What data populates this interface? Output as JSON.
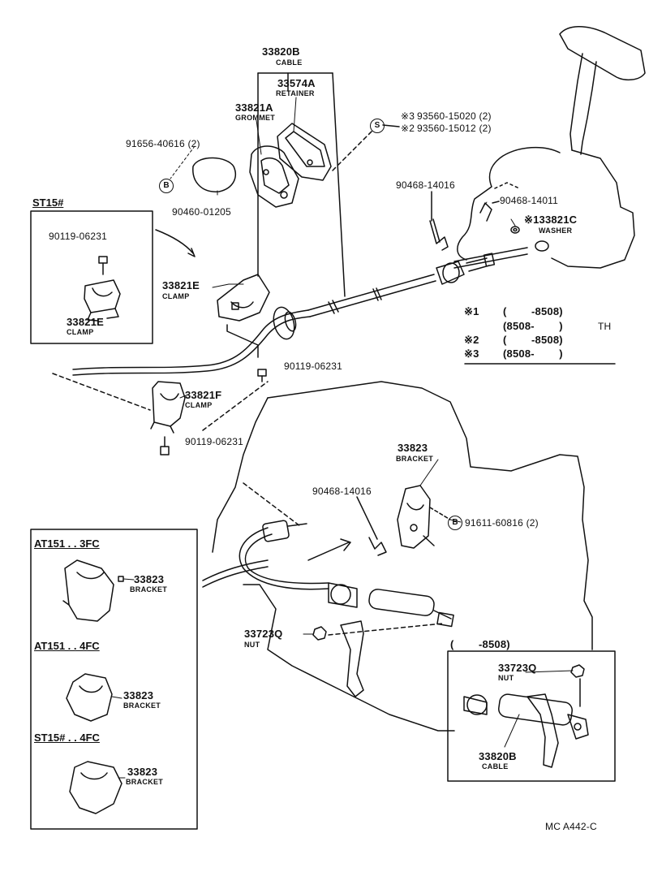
{
  "parts": {
    "cable_top": {
      "number": "33820B",
      "name": "CABLE"
    },
    "retainer": {
      "number": "33574A",
      "name": "RETAINER"
    },
    "grommet": {
      "number": "33821A",
      "name": "GROMMET"
    },
    "bolt_91656": {
      "number": "91656-40616 (2)"
    },
    "cap_90460": {
      "number": "90460-01205"
    },
    "screw_s3": {
      "mark": "※3",
      "number": "93560-15020 (2)"
    },
    "screw_s2": {
      "mark": "※2",
      "number": "93560-15012 (2)"
    },
    "clip_14016_a": {
      "number": "90468-14016"
    },
    "clip_14011": {
      "number": "90468-14011"
    },
    "washer": {
      "number": "※133821C",
      "name": "WASHER"
    },
    "bolt_st15": {
      "number": "90119-06231"
    },
    "clamp_st15": {
      "number": "33821E",
      "name": "CLAMP"
    },
    "clamp_e": {
      "number": "33821E",
      "name": "CLAMP"
    },
    "bolt_mid": {
      "number": "90119-06231"
    },
    "clamp_f": {
      "number": "33821F",
      "name": "CLAMP"
    },
    "bolt_lower": {
      "number": "90119-06231"
    },
    "bracket_main": {
      "number": "33823",
      "name": "BRACKET"
    },
    "clip_14016_b": {
      "number": "90468-14016"
    },
    "bolt_91611": {
      "number": "91611-60816 (2)"
    },
    "nut_main": {
      "number": "33723Q",
      "name": "NUT"
    },
    "nut_inset": {
      "number": "33723Q",
      "name": "NUT"
    },
    "cable_inset": {
      "number": "33820B",
      "name": "CABLE"
    },
    "bracket_3fc": {
      "number": "33823",
      "name": "BRACKET"
    },
    "bracket_4fc": {
      "number": "33823",
      "name": "BRACKET"
    },
    "bracket_st4fc": {
      "number": "33823",
      "name": "BRACKET"
    }
  },
  "markers": {
    "s": "S",
    "b": "B"
  },
  "insets": {
    "st15": "ST15#",
    "at151_3fc": "AT151 . . 3FC",
    "at151_4fc": "AT151 . . 4FC",
    "st15_4fc": "ST15# . . 4FC",
    "pre8508": "(        -8508)"
  },
  "legend": {
    "row1_mark": "※1",
    "row1_text": "(        -8508)",
    "row2_text": "(8508-        )",
    "suffix": "TH",
    "row3_mark": "※2",
    "row3_text": "(        -8508)",
    "row4_mark": "※3",
    "row4_text": "(8508-        )"
  },
  "footer": {
    "code": "MC A442-C"
  }
}
